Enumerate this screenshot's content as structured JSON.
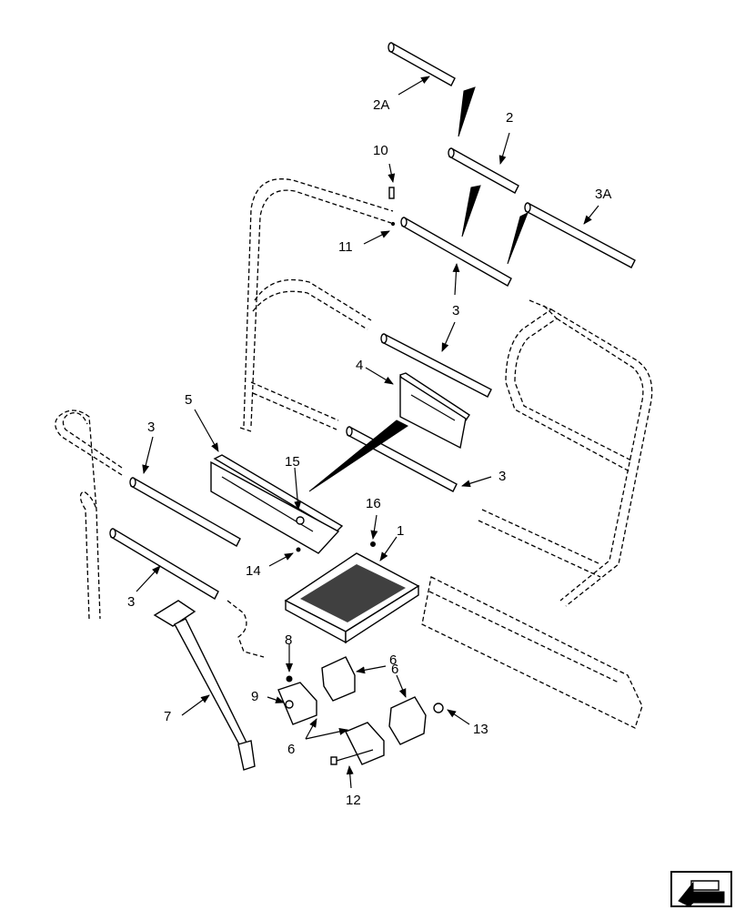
{
  "callouts": {
    "c2A": "2A",
    "c2": "2",
    "c3A": "3A",
    "c10": "10",
    "c11": "11",
    "c3_upper": "3",
    "c4": "4",
    "c5": "5",
    "c3_left": "3",
    "c3_right": "3",
    "c15": "15",
    "c16": "16",
    "c1": "1",
    "c14": "14",
    "c3_lower": "3",
    "c8": "8",
    "c6_top": "6",
    "c6_right": "6",
    "c9": "9",
    "c7": "7",
    "c6_left": "6",
    "c13": "13",
    "c12": "12"
  },
  "icons": {
    "corner": "orientation-arrow-icon"
  }
}
